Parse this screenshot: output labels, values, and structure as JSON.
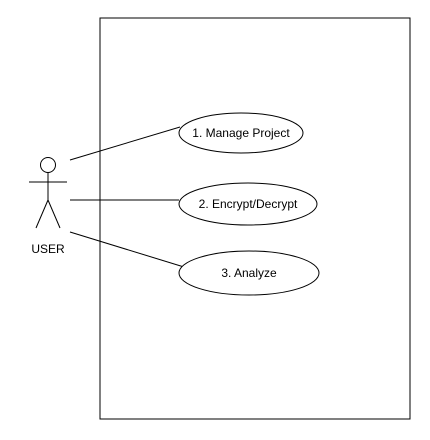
{
  "diagram": {
    "actor": {
      "label": "USER"
    },
    "use_cases": [
      {
        "label": "1. Manage Project"
      },
      {
        "label": "2. Encrypt/Decrypt"
      },
      {
        "label": "3. Analyze"
      }
    ]
  },
  "colors": {
    "stroke": "#000000",
    "background": "#ffffff"
  }
}
